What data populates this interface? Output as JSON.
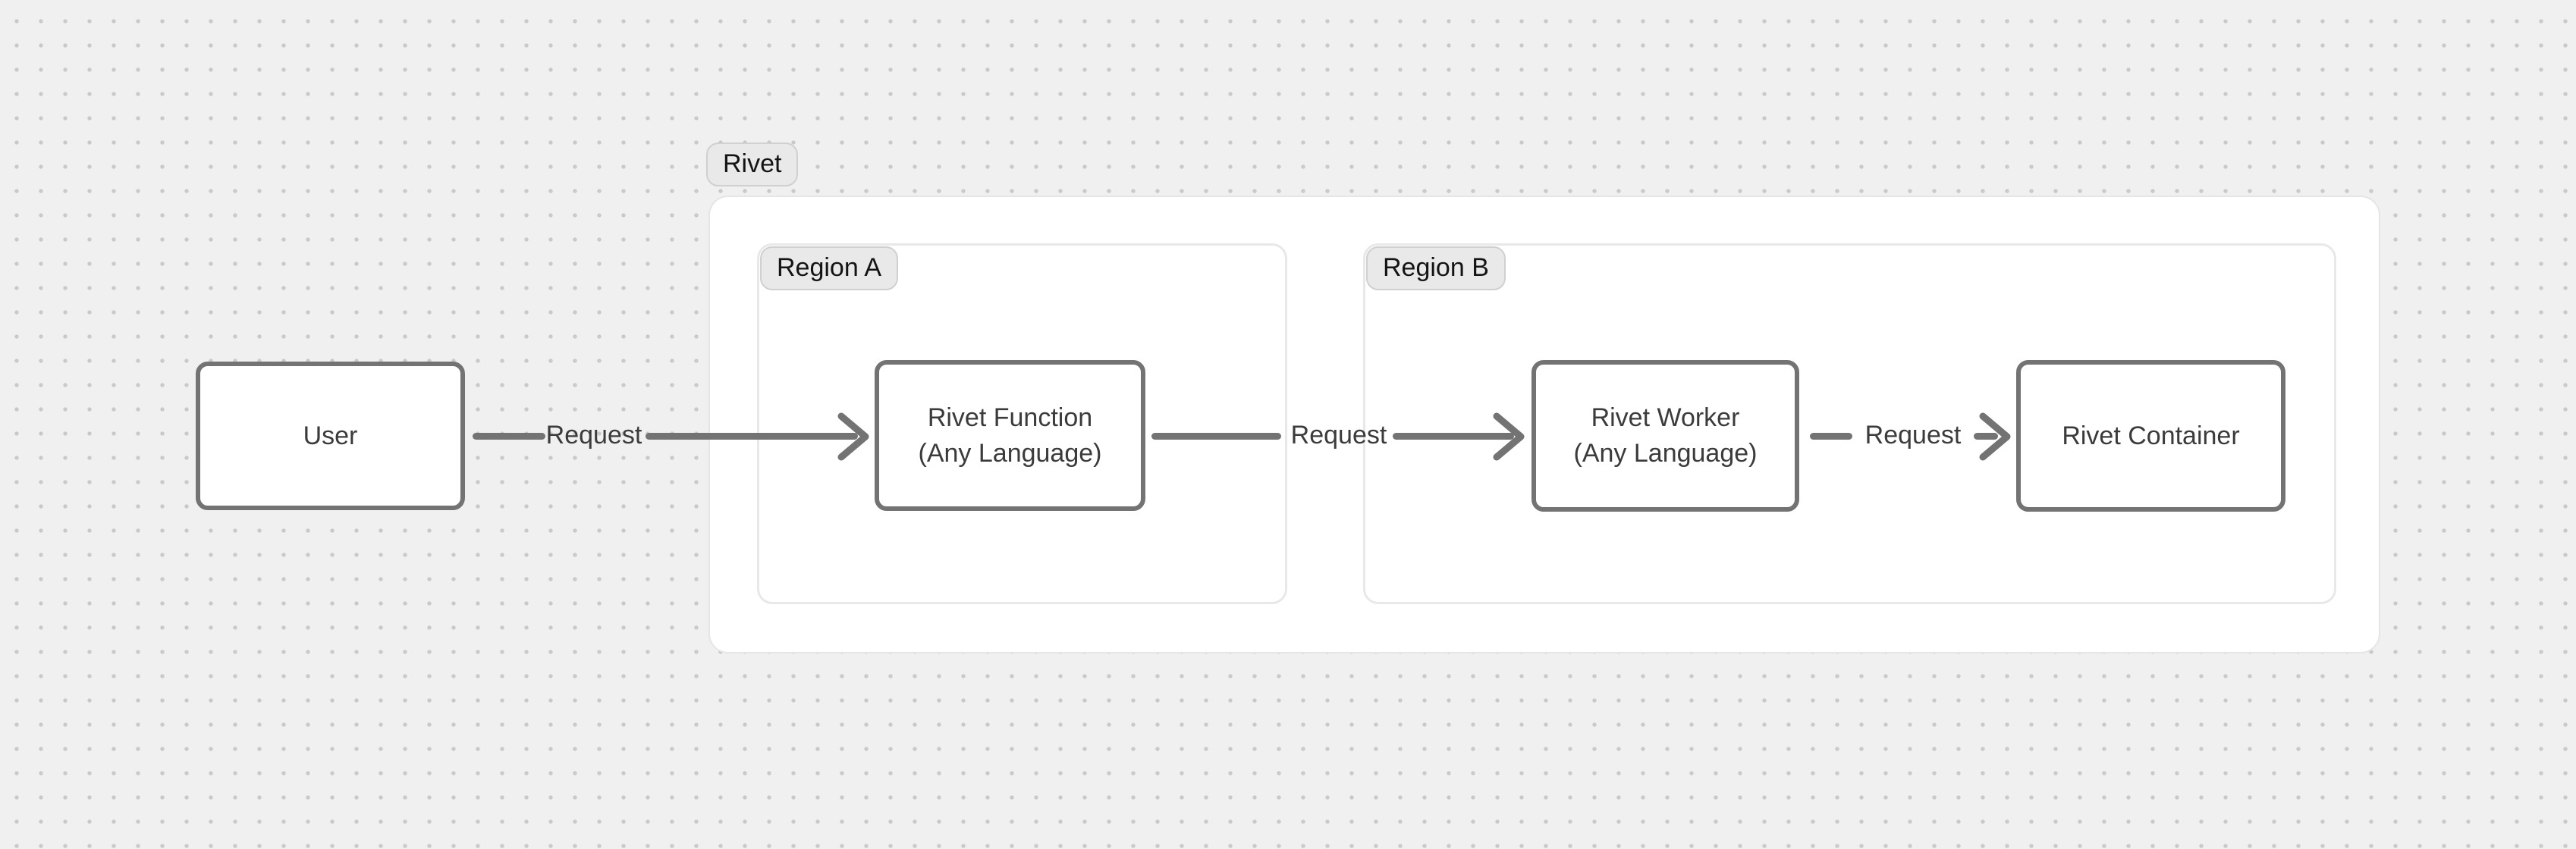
{
  "diagram": {
    "cluster": {
      "label": "Rivet"
    },
    "regions": [
      {
        "label": "Region A"
      },
      {
        "label": "Region B"
      }
    ],
    "nodes": [
      {
        "id": "user",
        "label": "User",
        "sublabel": ""
      },
      {
        "id": "rivet-function",
        "label": "Rivet Function",
        "sublabel": "(Any Language)"
      },
      {
        "id": "rivet-worker",
        "label": "Rivet Worker",
        "sublabel": "(Any Language)"
      },
      {
        "id": "rivet-container",
        "label": "Rivet Container",
        "sublabel": ""
      }
    ],
    "edges": [
      {
        "from": "user",
        "to": "rivet-function",
        "label": "Request"
      },
      {
        "from": "rivet-function",
        "to": "rivet-worker",
        "label": "Request"
      },
      {
        "from": "rivet-worker",
        "to": "rivet-container",
        "label": "Request"
      }
    ],
    "colors": {
      "canvas_bg": "#f0f0f0",
      "dot_grid": "#c9c9c9",
      "panel_border": "#e5e5e5",
      "region_border": "#e8e8e8",
      "badge_bg": "#e9e9e9",
      "badge_border": "#d0d0d0",
      "node_border": "#737373",
      "arrow": "#737373",
      "text": "#3b3b3b"
    }
  }
}
